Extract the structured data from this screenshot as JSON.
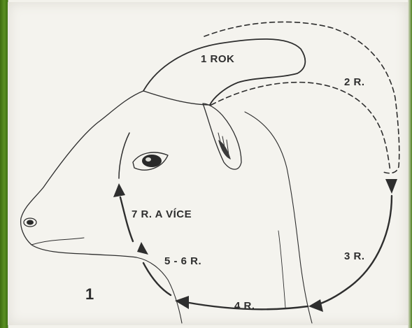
{
  "labels": {
    "year_1": "1 ROK",
    "year_2": "2 R.",
    "year_3": "3 R.",
    "year_4": "4 R.",
    "years_5_6": "5 - 6 R.",
    "years_7_plus": "7 R. A VÍCE",
    "figure_number": "1"
  },
  "colors": {
    "ink": "#2e2e2e",
    "paper": "#f4f3ee",
    "frame": "#4f7f1c"
  }
}
